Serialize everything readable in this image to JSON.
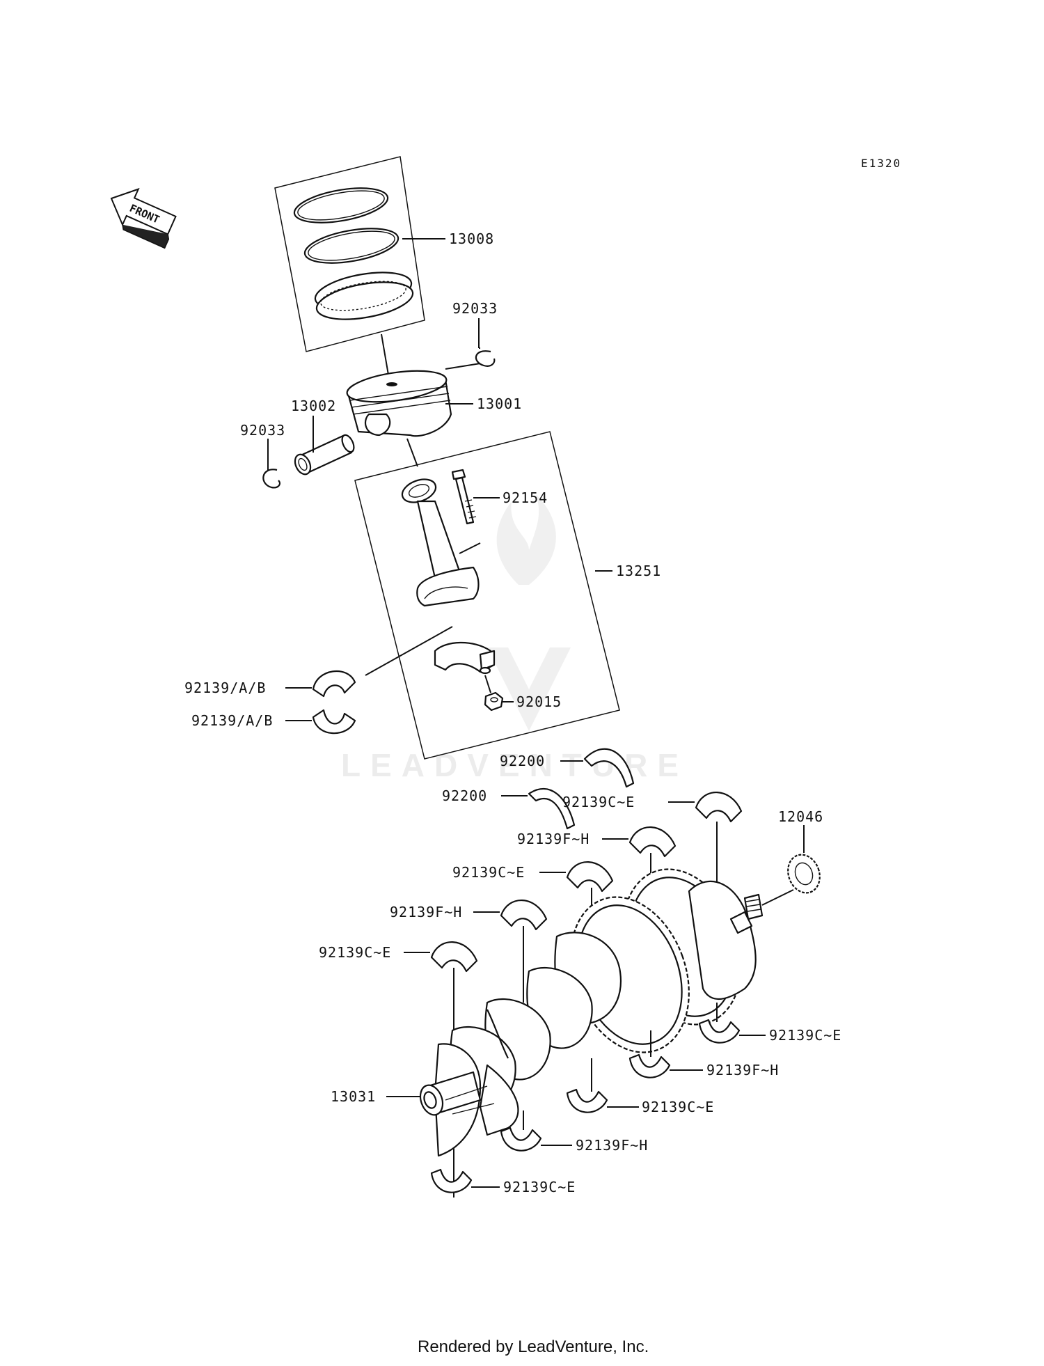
{
  "diagram": {
    "code": "E1320",
    "front_label": "FRONT",
    "watermark": "LEADVENTURE",
    "footer": "Rendered by LeadVenture, Inc.",
    "callouts": {
      "c13008": "13008",
      "c92033a": "92033",
      "c13001": "13001",
      "c13002": "13002",
      "c92033b": "92033",
      "c92154": "92154",
      "c13251": "13251",
      "c92139ab1": "92139/A/B",
      "c92139ab2": "92139/A/B",
      "c92015": "92015",
      "c92200a": "92200",
      "c92200b": "92200",
      "c92139ce1": "92139C~E",
      "c12046": "12046",
      "c92139fh1": "92139F~H",
      "c92139ce2": "92139C~E",
      "c92139fh2": "92139F~H",
      "c92139ce3": "92139C~E",
      "c13031": "13031",
      "c92139ce4": "92139C~E",
      "c92139fh3": "92139F~H",
      "c92139ce5": "92139C~E",
      "c92139fh4": "92139F~H",
      "c92139ce6": "92139C~E"
    }
  }
}
